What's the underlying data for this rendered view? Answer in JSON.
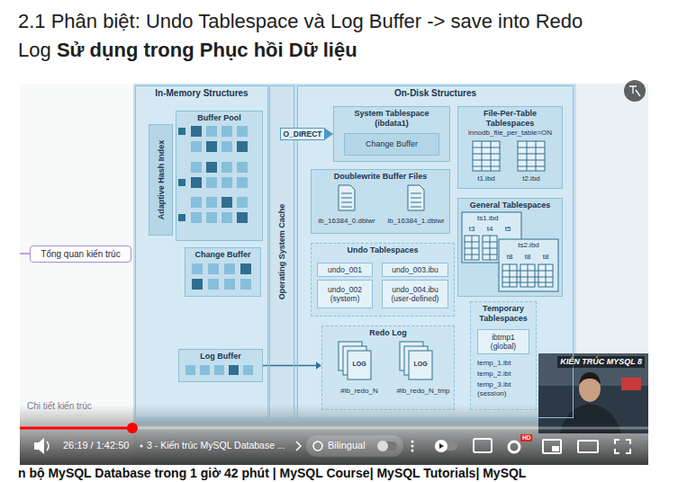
{
  "diagram": {
    "title": "2.1 Phân biệt: Undo Tablespace và Log Buffer -> save into Redo Log",
    "nodes": [
      {
        "text": [
          "Tổng quan kiến trúc"
        ]
      },
      {
        "text": [
          "In-Memory Structures"
        ]
      },
      {
        "text": [
          "Buffer Pool"
        ],
        "in": 1
      },
      {
        "text": [
          "Adaptive Hash Index"
        ],
        "in": 1
      },
      {
        "text": [
          "Change Buffer"
        ],
        "in": 1
      },
      {
        "text": [
          "Log Buffer"
        ],
        "in": 1
      },
      {
        "text": [
          "Operating System Cache"
        ]
      },
      {
        "text": [
          "On-Disk Structures"
        ]
      },
      {
        "text": [
          "System Tablespace (ibdata1)"
        ],
        "in": 7
      },
      {
        "text": [
          "Change Buffer"
        ],
        "in": 8
      },
      {
        "text": [
          "File-Per-Table Tablespaces",
          "innodb_file_per_table=ON"
        ],
        "in": 7
      },
      {
        "text": [
          "Doublewrite Buffer Files"
        ],
        "in": 7
      },
      {
        "text": [
          "General Tablespaces"
        ],
        "in": 7
      },
      {
        "text": [
          "Undo Tablespaces"
        ],
        "in": 7
      },
      {
        "text": [
          "undo_001"
        ],
        "in": 13
      },
      {
        "text": [
          "undo_002 (system)"
        ],
        "in": 13
      },
      {
        "text": [
          "undo_003.ibu"
        ],
        "in": 13
      },
      {
        "text": [
          "undo_004.ibu (user-defined)"
        ],
        "in": 13
      },
      {
        "text": [
          "Temporary Tablespaces"
        ],
        "in": 7
      },
      {
        "text": [
          "ibtmp1 (global)"
        ],
        "in": 18
      },
      {
        "text": [
          "Redo Log"
        ],
        "in": 7
      }
    ],
    "edges": [
      {
        "from": 6,
        "to": 8,
        "arrow": "to",
        "label": "O_DIRECT"
      },
      {
        "from": 5,
        "to": 20,
        "arrow": "to"
      }
    ],
    "labels": [
      "Sử dụng trong Phục hồi Dữ liệu",
      "t1.ibd",
      "t2.ibd",
      "ib_16384_0.dblwr",
      "ib_16384_1.dblwr",
      "ts1.ibd",
      "t3",
      "t4",
      "t5",
      "ts2.ibd",
      "t8",
      "t8",
      "t8",
      "LOG",
      "LOG",
      "#ib_redo_N",
      "#ib_redo_N_tmp",
      "temp_1.ibt",
      "temp_2.ibt",
      "temp_3.ibt (session)",
      "Chi tiết kiến trúc",
      "KIẾN TRÚC MYSQL 8",
      "26:19 / 1:42:50",
      "3 - Kiến trúc MySQL Database ...",
      "Bilingual",
      "HD",
      "n bộ MySQL Database trong 1 giờ 42 phút | MySQL Course| MySQL Tutorials| MySQL"
    ]
  }
}
